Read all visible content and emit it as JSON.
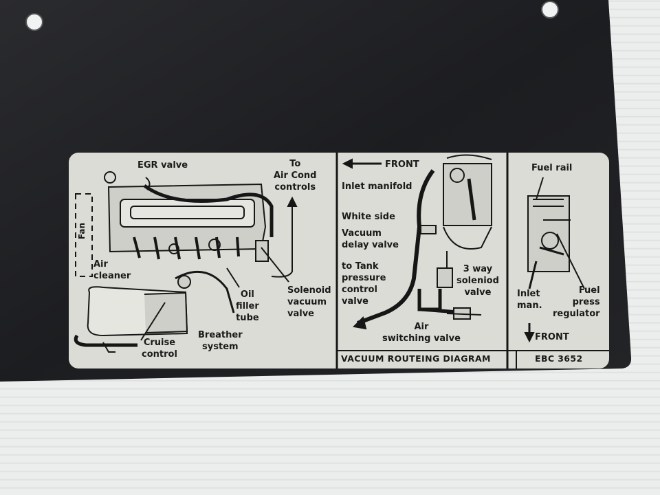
{
  "engine_panel": {
    "labels": {
      "egr_valve": "EGR valve",
      "to_air_cond": "To\nAir Cond\ncontrols",
      "fan": "Fan",
      "air_cleaner": "Air\ncleaner",
      "oil_filler": "Oil\nfiller\ntube",
      "solenoid": "Solenoid\nvacuum\nvalve",
      "breather": "Breather\nsystem",
      "cruise": "Cruise\ncontrol"
    }
  },
  "vacuum_panel": {
    "labels": {
      "front": "FRONT",
      "inlet_manifold": "Inlet manifold",
      "white_side": "White side",
      "vacuum_delay": "Vacuum\ndelay valve",
      "to_tank": "to Tank\npressure\ncontrol\nvalve",
      "three_way": "3 way\nsoleniod\nvalve",
      "air_switching": "Air\nswitching valve"
    },
    "footer": "VACUUM ROUTEING DIAGRAM"
  },
  "fuel_panel": {
    "labels": {
      "fuel_rail": "Fuel rail",
      "inlet_man": "Inlet\nman.",
      "fuel_press": "Fuel\npress\nregulator",
      "front": "FRONT"
    },
    "footer": "EBC 3652"
  },
  "colors": {
    "plate": "#1d1d1f",
    "label_bg": "#dcdcd6",
    "ink": "#161616",
    "background": "#e9ebea"
  }
}
